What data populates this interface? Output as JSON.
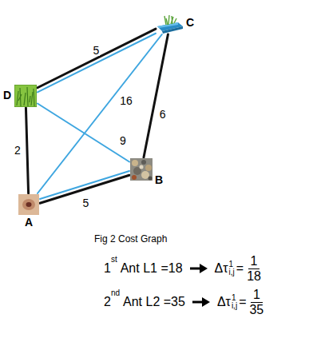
{
  "diagram": {
    "caption": "Fig 2 Cost Graph",
    "nodes": [
      {
        "text": [
          "C"
        ]
      },
      {
        "text": [
          "D"
        ]
      },
      {
        "text": [
          "B"
        ]
      },
      {
        "text": [
          "A"
        ]
      }
    ],
    "edges": [
      {
        "from": 1,
        "to": 0,
        "arrow": "none",
        "label": "5"
      },
      {
        "from": 1,
        "to": 0,
        "arrow": "none"
      },
      {
        "from": 3,
        "to": 0,
        "arrow": "none",
        "label": "16"
      },
      {
        "from": 1,
        "to": 2,
        "arrow": "none",
        "label": "9"
      },
      {
        "from": 0,
        "to": 2,
        "arrow": "none",
        "label": "6"
      },
      {
        "from": 1,
        "to": 3,
        "arrow": "none",
        "label": "2"
      },
      {
        "from": 3,
        "to": 2,
        "arrow": "none",
        "label": "5"
      },
      {
        "from": 3,
        "to": 2,
        "arrow": "none"
      }
    ],
    "labels": [
      "1",
      "st",
      "Ant L1 =18",
      "Δτ",
      "1",
      "i,j",
      "=",
      "1",
      "18",
      "2",
      "nd",
      "Ant L2 =35",
      "Δτ",
      "1",
      "i,j",
      "=",
      "1",
      "35"
    ]
  }
}
